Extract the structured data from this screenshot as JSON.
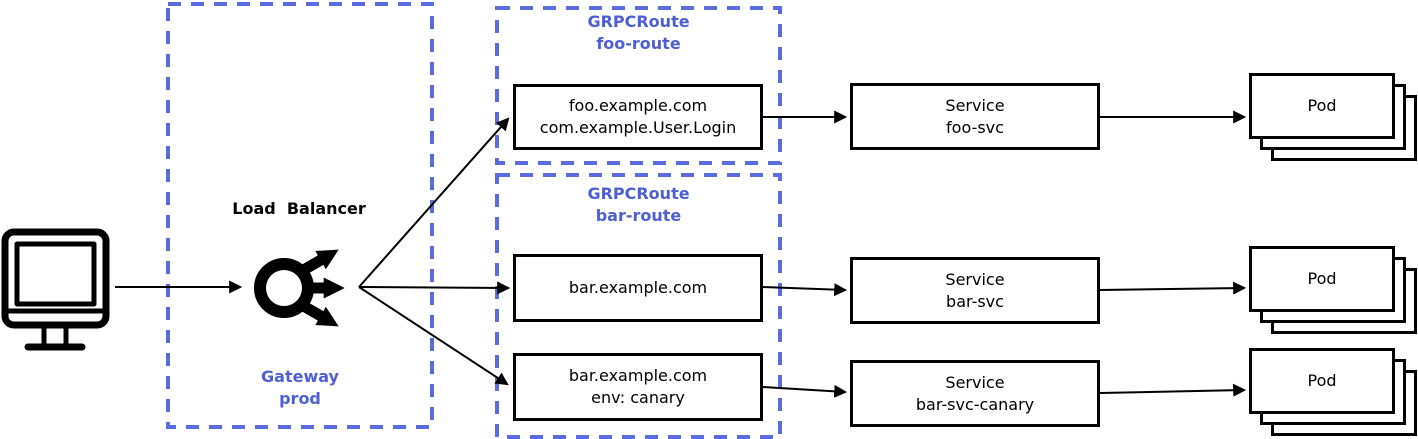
{
  "colors": {
    "accent_blue_text": "#4e5fd5",
    "dashed_border_blue": "#5b6ce1",
    "line_black": "#000000",
    "background": "#ffffff"
  },
  "client": {
    "icon": "monitor"
  },
  "load_balancer": {
    "label": "Load  Balancer",
    "icon": "load-balancer"
  },
  "gateway_group": {
    "title_line1": "Gateway",
    "title_line2": "prod"
  },
  "route_groups": [
    {
      "title_line1": "GRPCRoute",
      "title_line2": "foo-route"
    },
    {
      "title_line1": "GRPCRoute",
      "title_line2": "bar-route"
    }
  ],
  "matches": [
    {
      "line1": "foo.example.com",
      "line2": "com.example.User.Login"
    },
    {
      "line1": "bar.example.com"
    },
    {
      "line1": "bar.example.com",
      "line2": "env: canary"
    }
  ],
  "services": [
    {
      "line1": "Service",
      "line2": "foo-svc"
    },
    {
      "line1": "Service",
      "line2": "bar-svc"
    },
    {
      "line1": "Service",
      "line2": "bar-svc-canary"
    }
  ],
  "pods": [
    {
      "label": "Pod"
    },
    {
      "label": "Pod"
    },
    {
      "label": "Pod"
    }
  ]
}
